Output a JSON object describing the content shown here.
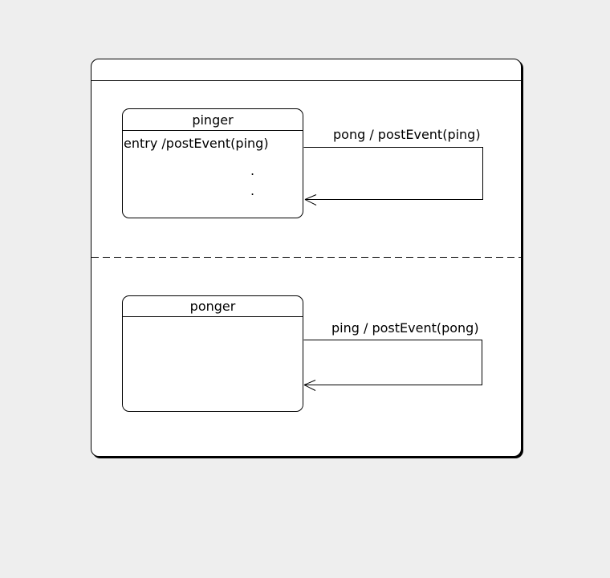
{
  "diagram": {
    "machine": {
      "title": ""
    },
    "colors": {
      "page_background": "#eeeeee",
      "node_fill": "#ffffff",
      "line": "#000000"
    },
    "regions": [
      {
        "state": {
          "name": "pinger",
          "entry_action": "entry /postEvent(ping)",
          "ellipsis_dots": [
            ".",
            "."
          ]
        },
        "self_transition": {
          "label": "pong / postEvent(ping)"
        }
      },
      {
        "state": {
          "name": "ponger",
          "entry_action": ""
        },
        "self_transition": {
          "label": "ping / postEvent(pong)"
        }
      }
    ]
  }
}
